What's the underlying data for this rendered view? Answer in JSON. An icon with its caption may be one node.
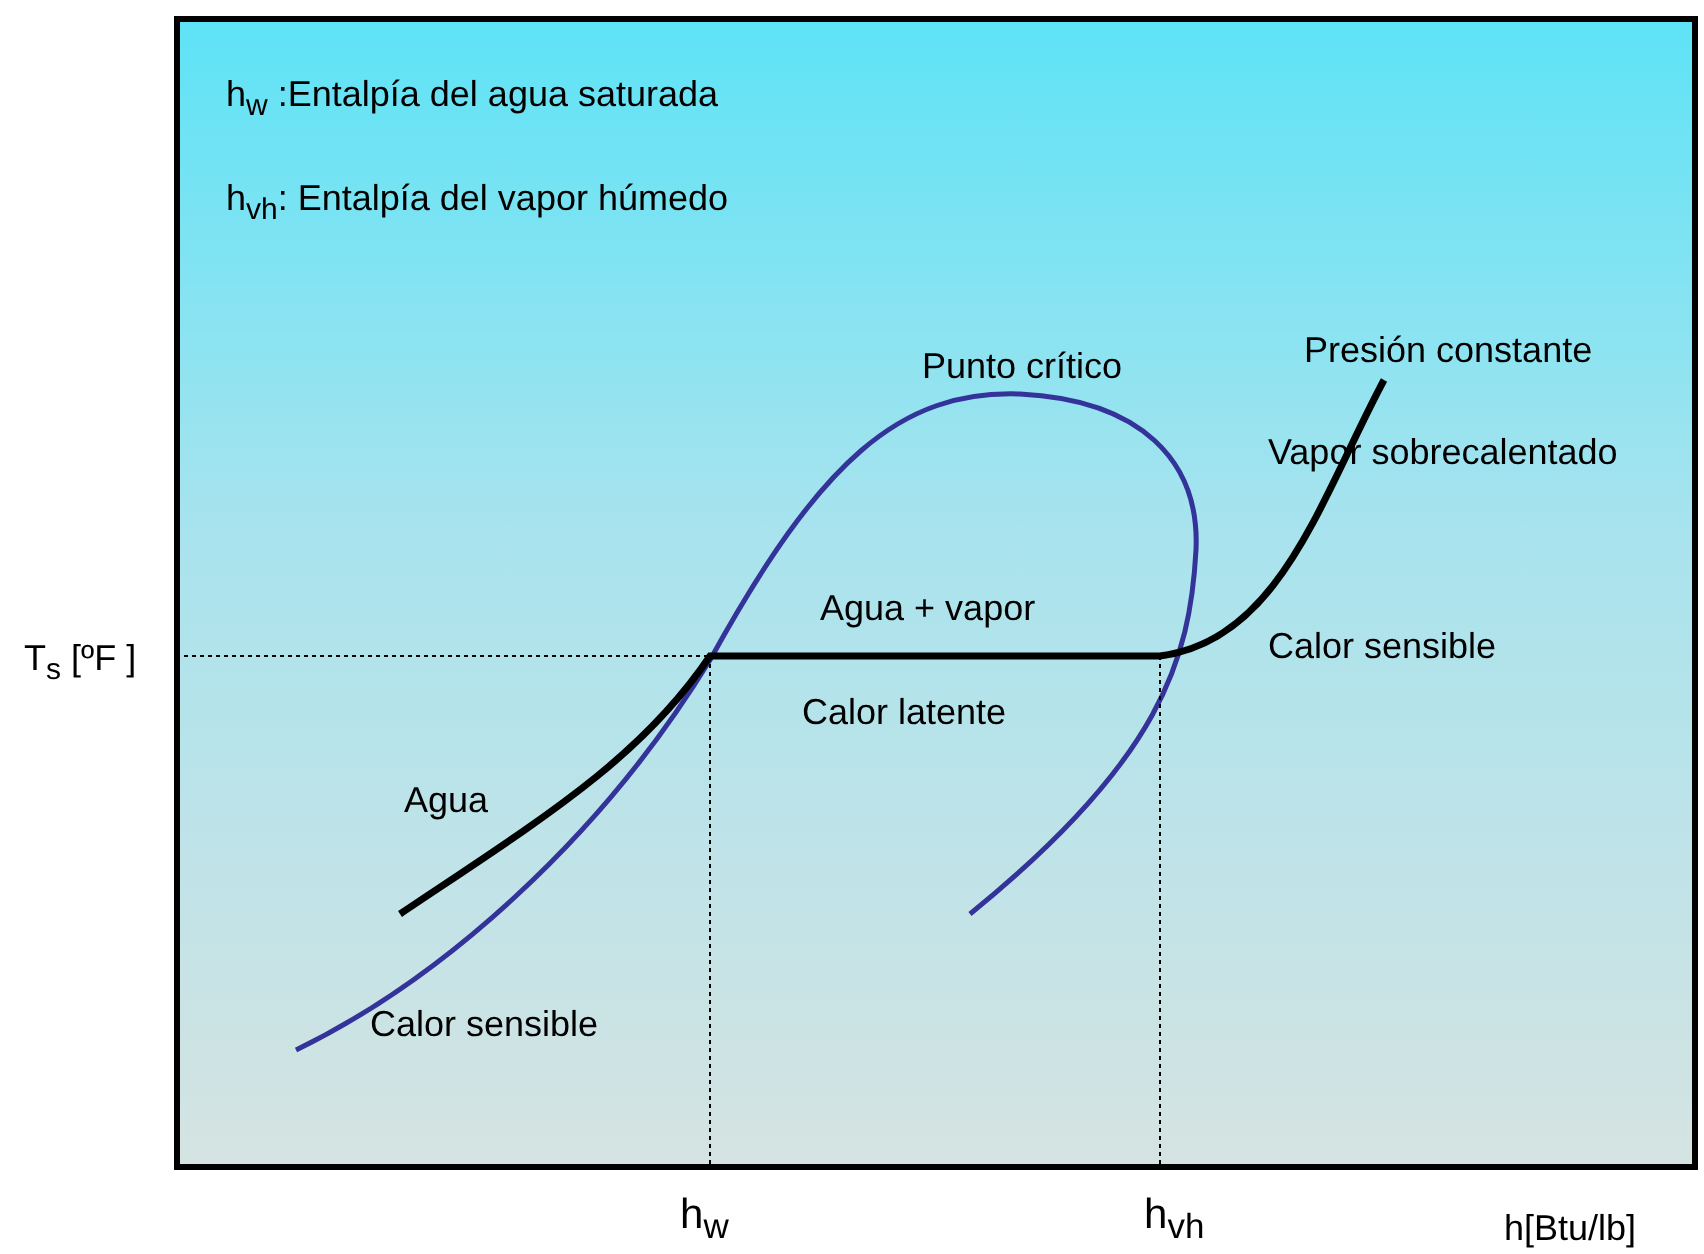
{
  "diagram": {
    "labels": [
      "h$_{w}$ :Entalpía del agua saturada",
      "h$_{vh}$: Entalpía del vapor húmedo",
      "Punto crítico",
      "Presión constante",
      "Vapor sobrecalentado",
      "Agua + vapor",
      "Calor sensible",
      "Calor latente",
      "Agua",
      "Calor sensible",
      "T$_{s}$ [ºF ]",
      "h$_{w}$",
      "h$_{vh}$",
      "h[Btu/lb]"
    ]
  }
}
